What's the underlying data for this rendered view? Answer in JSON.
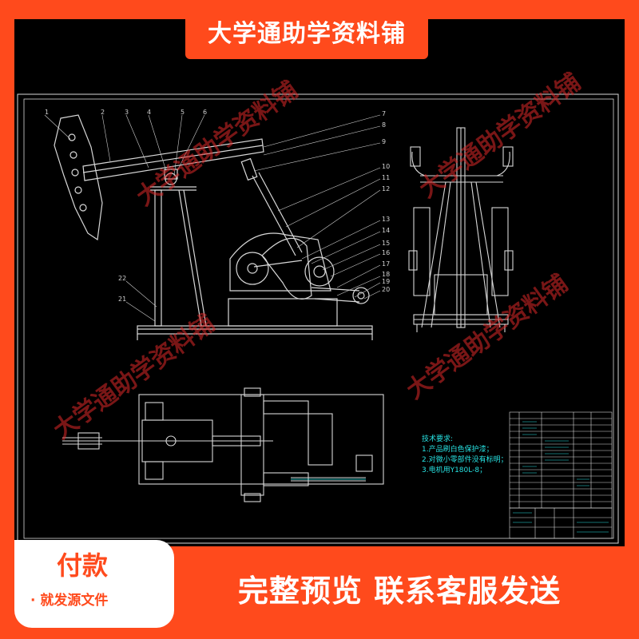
{
  "banner": {
    "title": "大学通助学资料铺"
  },
  "watermark": {
    "text": "大学通助学资料铺"
  },
  "drawing": {
    "part_numbers_left": [
      "1",
      "2",
      "3",
      "4",
      "5",
      "6"
    ],
    "part_numbers_right": [
      "7",
      "8",
      "9",
      "10",
      "11",
      "12",
      "13",
      "14",
      "15",
      "16",
      "17",
      "18",
      "19",
      "20"
    ],
    "part_numbers_base": [
      "22",
      "21"
    ],
    "tech_requirements": {
      "heading": "技术要求:",
      "items": [
        "1.产品刷白色保护漆；",
        "2.对微小零部件没有标明；",
        "3.电机用Y180L-8；"
      ]
    }
  },
  "payment": {
    "title": "付款",
    "subtitle": "· 就发源文件"
  },
  "bottom": {
    "text": "完整预览  联系客服发送"
  },
  "colors": {
    "accent": "#ff4a1c",
    "line": "#d8d8d8",
    "cyan": "#27e3e3",
    "watermark": "#dc2828"
  }
}
